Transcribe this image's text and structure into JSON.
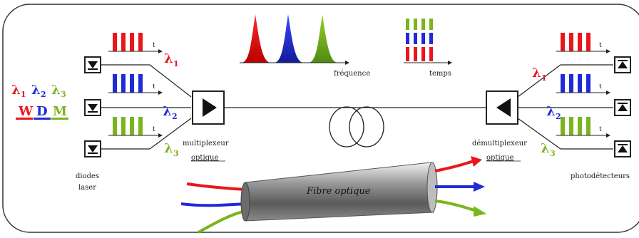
{
  "colors": {
    "red": "#e8171b",
    "blue": "#1f2bd6",
    "green": "#7ab51d",
    "line": "#222222"
  },
  "wdm": {
    "lambda1": "λ",
    "sub1": "1",
    "lambda2": "λ",
    "sub2": "2",
    "lambda3": "λ",
    "sub3": "3",
    "w": "W",
    "d": "D",
    "m": "M"
  },
  "labels": {
    "frequence": "fréquence",
    "temps": "temps",
    "diodes_line1": "diodes",
    "diodes_line2": "laser",
    "multiplexeur_line1": "multiplexeur",
    "multiplexeur_line2": "optique",
    "demultiplexeur_line1": "démultiplexeur",
    "demultiplexeur_line2": "optique",
    "photodetecteurs": "photodétecteurs",
    "fibre": "Fibre optique",
    "t": "t"
  },
  "lambda_labels": {
    "symbol": "λ",
    "s1": "1",
    "s2": "2",
    "s3": "3"
  }
}
